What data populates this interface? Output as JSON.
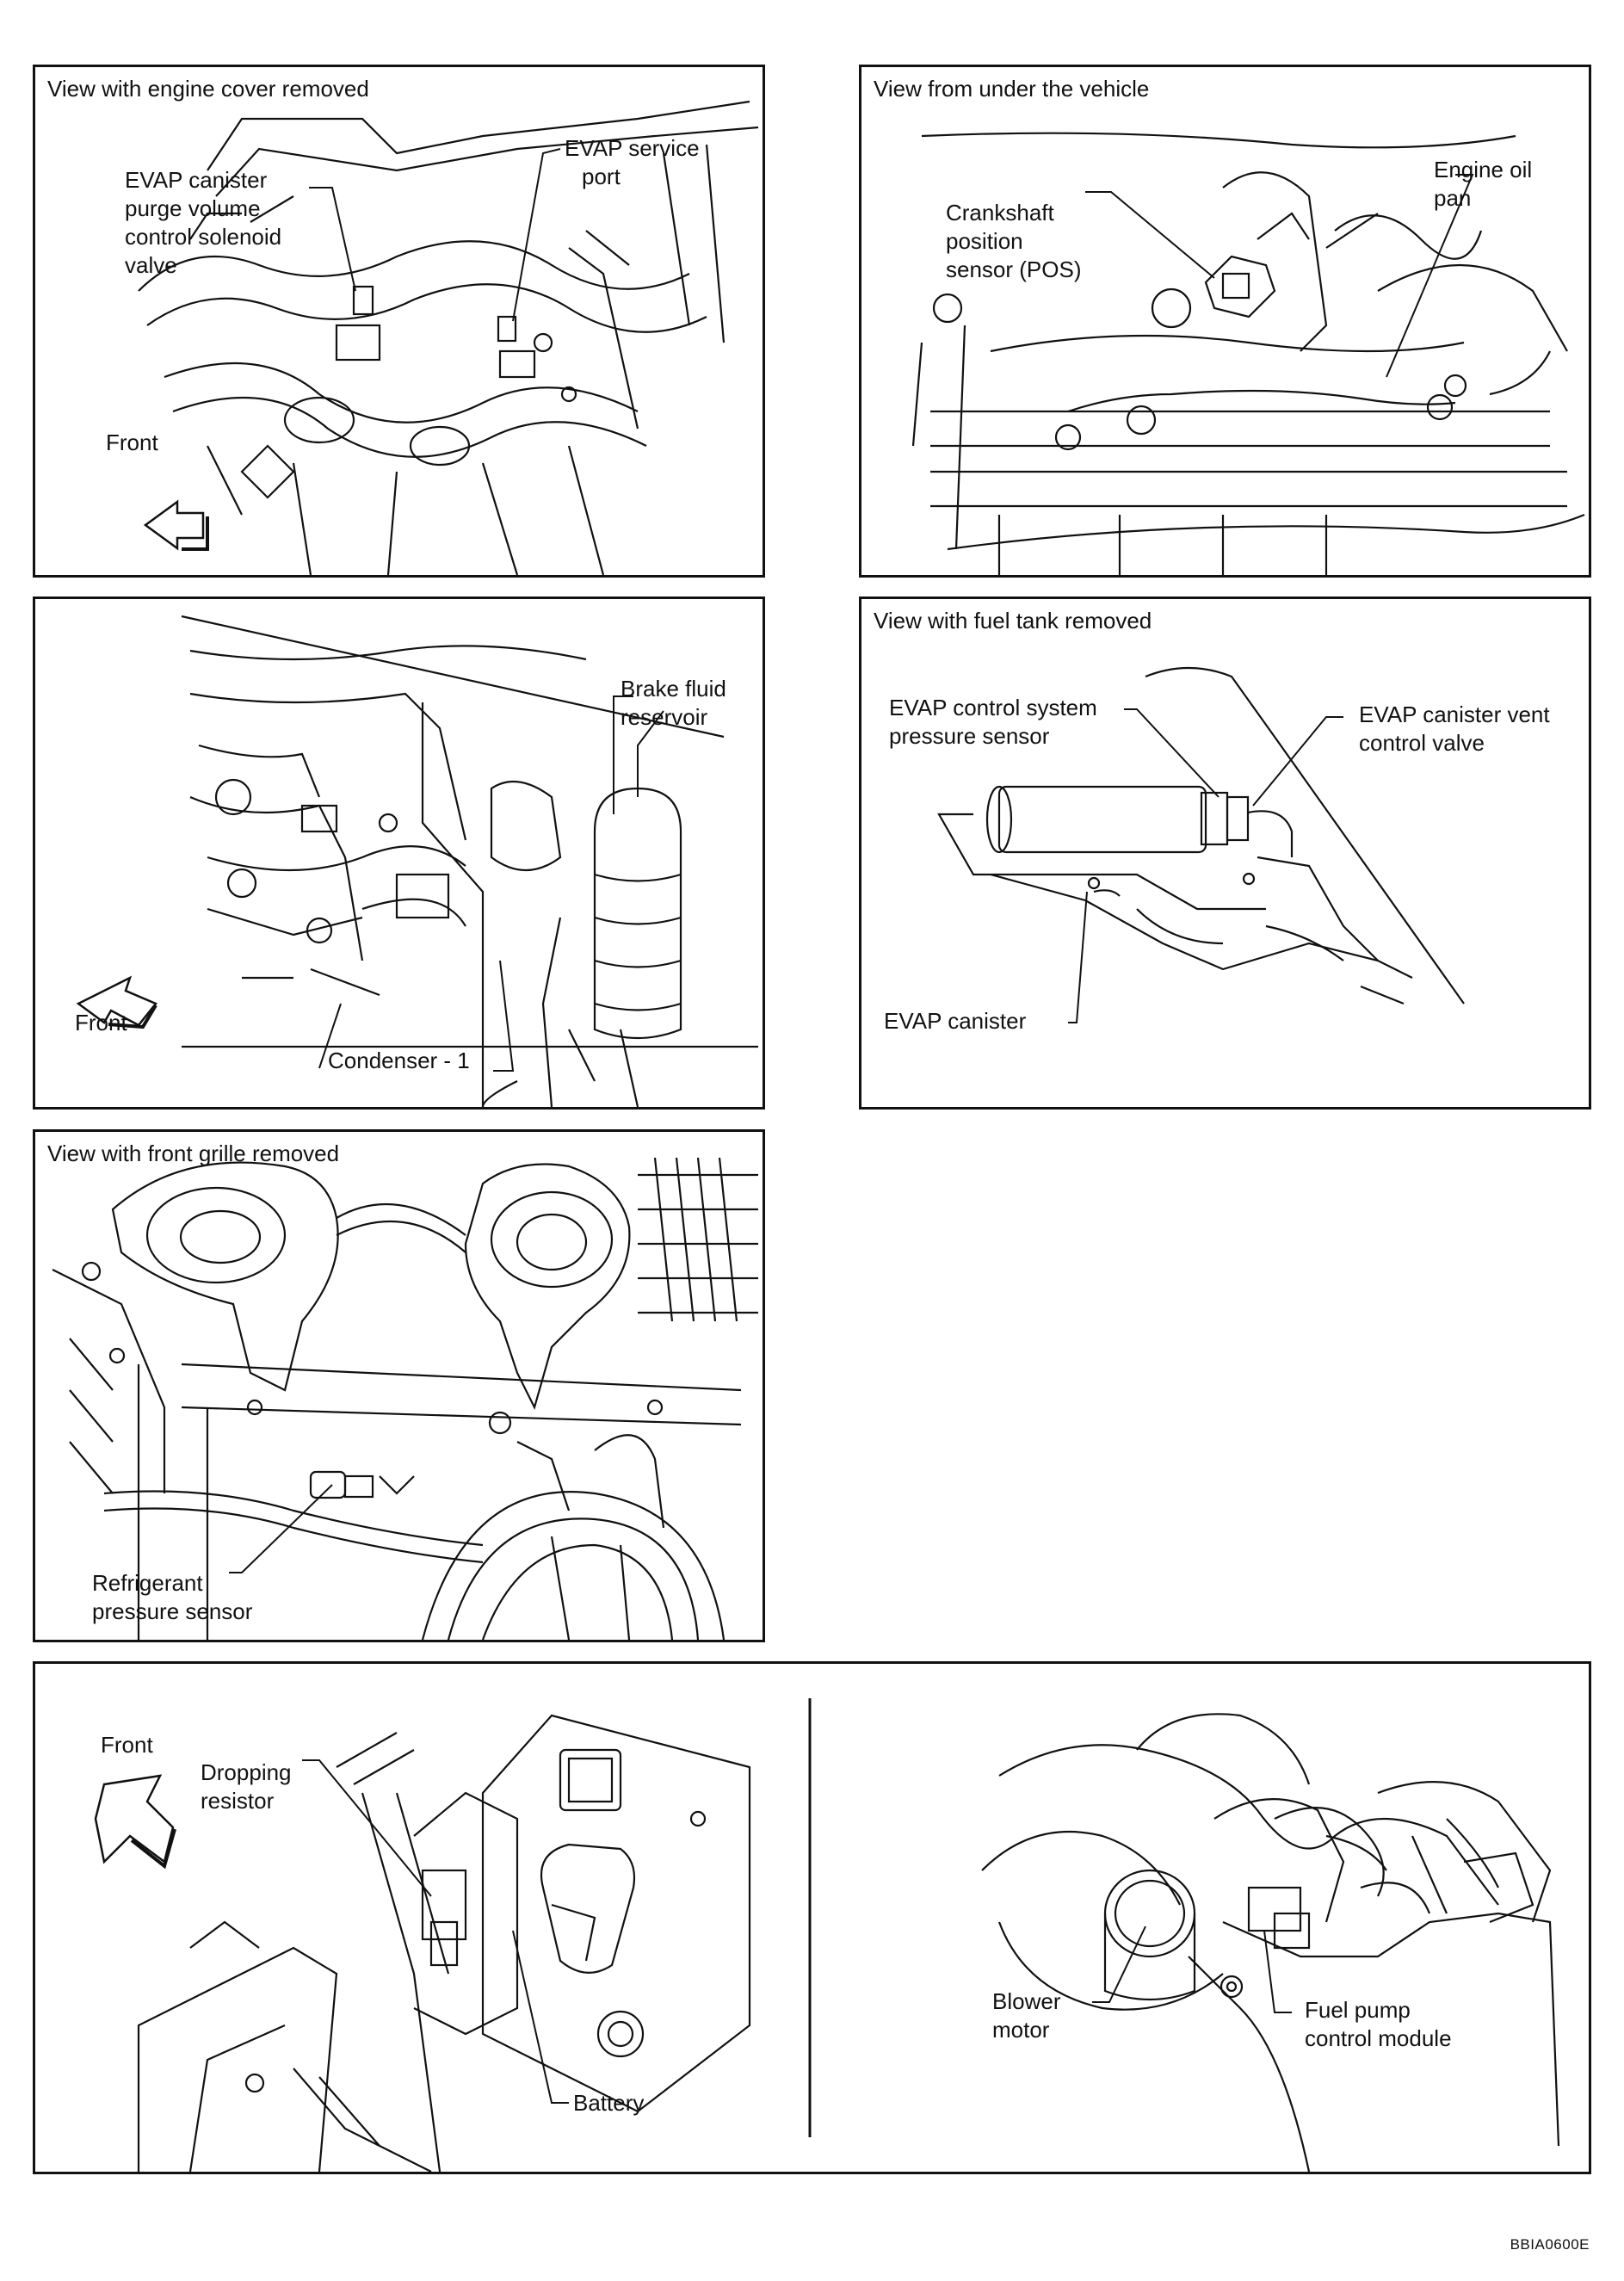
{
  "figure_code": "BBIA0600E",
  "panels": {
    "engine_cover": {
      "title": "View with engine cover removed",
      "labels": {
        "purge_valve": [
          "EVAP canister",
          "purge volume",
          "control solenoid",
          "valve"
        ],
        "service_port": [
          "EVAP service",
          "port"
        ],
        "front": "Front"
      }
    },
    "under_vehicle": {
      "title": "View from under the vehicle",
      "labels": {
        "crankshaft": [
          "Crankshaft",
          "position",
          "sensor (POS)"
        ],
        "oil_pan": [
          "Engine oil",
          "pan"
        ]
      }
    },
    "brake": {
      "labels": {
        "brake_reservoir": [
          "Brake fluid",
          "reservoir"
        ],
        "condenser": "Condenser - 1",
        "front": "Front"
      }
    },
    "fuel_tank": {
      "title": "View with fuel tank removed",
      "labels": {
        "pressure_sensor": [
          "EVAP control system",
          "pressure sensor"
        ],
        "vent_valve": [
          "EVAP canister vent",
          "control valve"
        ],
        "canister": "EVAP canister"
      }
    },
    "front_grille": {
      "title": "View with front grille removed",
      "labels": {
        "refrigerant": [
          "Refrigerant",
          "pressure sensor"
        ]
      }
    },
    "battery": {
      "labels": {
        "front": "Front",
        "resistor": [
          "Dropping",
          "resistor"
        ],
        "battery": "Battery",
        "blower": [
          "Blower",
          "motor"
        ],
        "fuel_pump": [
          "Fuel pump",
          "control module"
        ]
      }
    }
  }
}
